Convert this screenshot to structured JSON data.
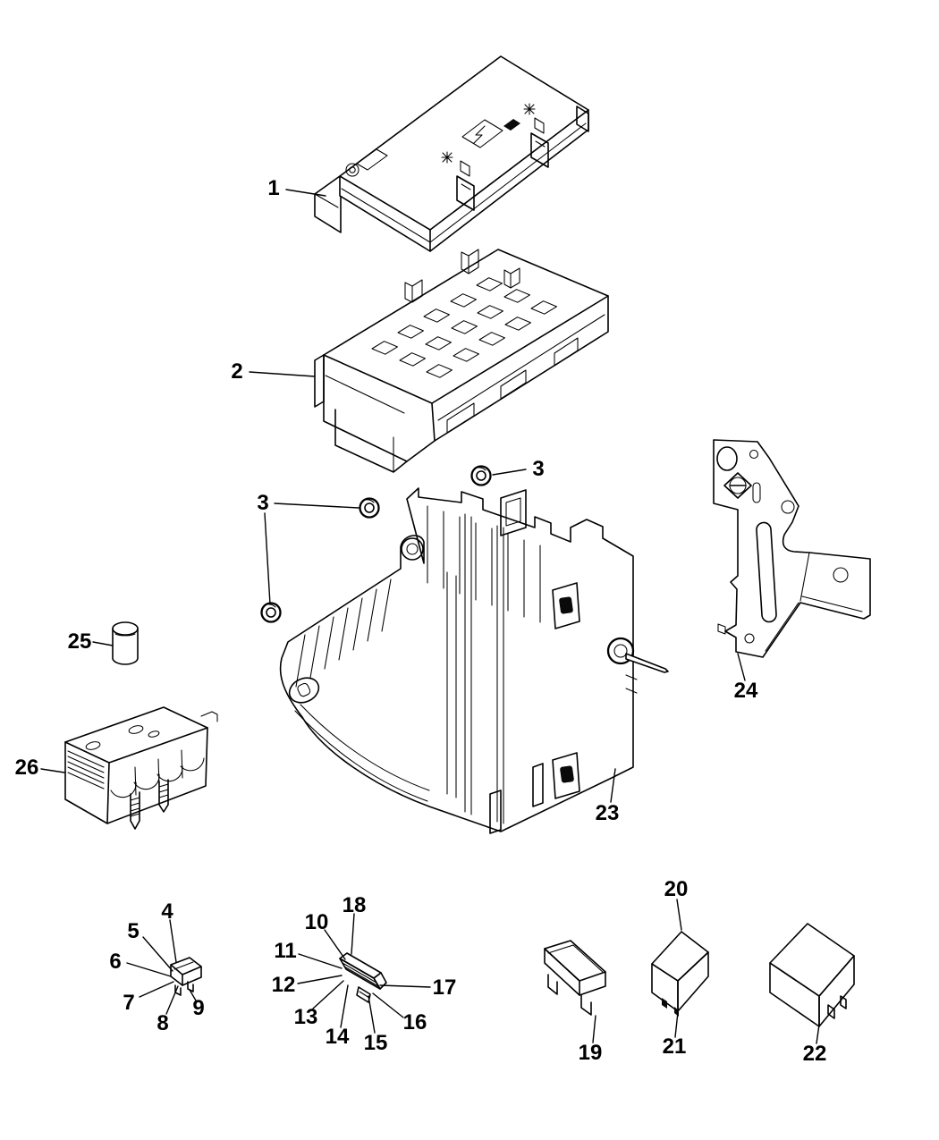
{
  "figure": {
    "background": "#ffffff",
    "line_color": "#000000",
    "text_color": "#000000"
  },
  "callouts": [
    {
      "label": "1"
    },
    {
      "label": "2"
    },
    {
      "label": "3"
    },
    {
      "label": "3"
    },
    {
      "label": "4"
    },
    {
      "label": "5"
    },
    {
      "label": "6"
    },
    {
      "label": "7"
    },
    {
      "label": "8"
    },
    {
      "label": "9"
    },
    {
      "label": "10"
    },
    {
      "label": "11"
    },
    {
      "label": "12"
    },
    {
      "label": "13"
    },
    {
      "label": "14"
    },
    {
      "label": "15"
    },
    {
      "label": "16"
    },
    {
      "label": "17"
    },
    {
      "label": "18"
    },
    {
      "label": "19"
    },
    {
      "label": "20"
    },
    {
      "label": "21"
    },
    {
      "label": "22"
    },
    {
      "label": "23"
    },
    {
      "label": "24"
    },
    {
      "label": "25"
    },
    {
      "label": "26"
    }
  ]
}
